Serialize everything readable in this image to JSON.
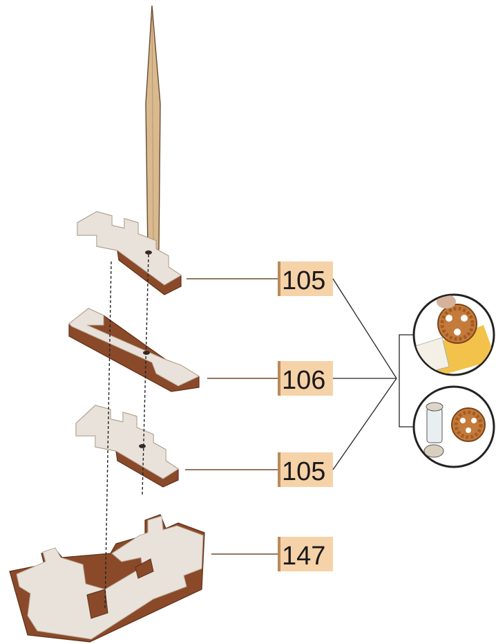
{
  "colors": {
    "wood_face": "#e8e2da",
    "wood_edge": "#8a4a2a",
    "wood_edge_dark": "#5e2e16",
    "skewer": "#d9b98f",
    "label_bg": "#f6d2a8",
    "label_tab": "#b88a5a",
    "leader": "#6b4a2e",
    "bracket": "#222222"
  },
  "parts": [
    {
      "id": "part-105-top",
      "label": "105"
    },
    {
      "id": "part-106",
      "label": "106"
    },
    {
      "id": "part-105-bottom",
      "label": "105"
    },
    {
      "id": "part-147",
      "label": "147"
    }
  ],
  "hints": [
    {
      "name": "sanding-hint-icon"
    },
    {
      "name": "glue-gear-hint-icon"
    }
  ],
  "icons": [
    "skewer-icon",
    "sandpaper-gear-icon",
    "glue-gear-icon"
  ]
}
